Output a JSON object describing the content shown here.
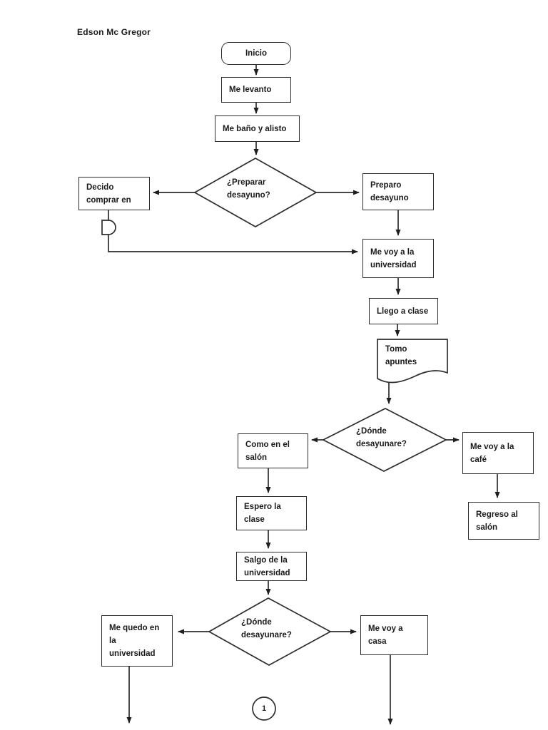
{
  "page": {
    "author": "Edson Mc Gregor",
    "page_number": "1",
    "background": "#ffffff"
  },
  "colors": {
    "stroke": "#2d2d2d",
    "text": "#1a1a1a"
  },
  "flowchart": {
    "nodes": {
      "inicio": {
        "type": "terminator",
        "lines": [
          "Inicio"
        ]
      },
      "me_levanto": {
        "type": "process",
        "lines": [
          "Me levanto"
        ]
      },
      "me_bano_alisto": {
        "type": "process",
        "lines": [
          "Me baño y alisto"
        ]
      },
      "preparar_desayuno": {
        "type": "decision",
        "lines": [
          "¿Preparar",
          "desayuno?"
        ]
      },
      "decido_comprar": {
        "type": "process",
        "lines": [
          "Decido",
          "comprar en"
        ]
      },
      "delay": {
        "type": "delay",
        "lines": []
      },
      "preparo_desayuno": {
        "type": "process",
        "lines": [
          "Preparo",
          "desayuno"
        ]
      },
      "voy_universidad": {
        "type": "process",
        "lines": [
          "Me voy a la",
          "universidad"
        ]
      },
      "llego_clase": {
        "type": "process",
        "lines": [
          "Llego a clase"
        ]
      },
      "tomo_apuntes": {
        "type": "document",
        "lines": [
          "Tomo",
          "apuntes"
        ]
      },
      "donde_desayunare_1": {
        "type": "decision",
        "lines": [
          "¿Dónde",
          "desayunare?"
        ]
      },
      "como_salon": {
        "type": "process",
        "lines": [
          "Como en el",
          "salón"
        ]
      },
      "voy_cafe": {
        "type": "process",
        "lines": [
          "Me voy a la",
          "café"
        ]
      },
      "regreso_salon": {
        "type": "process",
        "lines": [
          "Regreso al",
          "salón"
        ]
      },
      "espero_clase": {
        "type": "process",
        "lines": [
          "Espero la",
          "clase"
        ]
      },
      "salgo_universidad": {
        "type": "process",
        "lines": [
          "Salgo de la",
          "universidad"
        ]
      },
      "donde_desayunare_2": {
        "type": "decision",
        "lines": [
          "¿Dónde",
          "desayunare?"
        ]
      },
      "quedo_universidad": {
        "type": "process",
        "lines": [
          "Me quedo en",
          "la",
          "universidad"
        ]
      },
      "voy_casa": {
        "type": "process",
        "lines": [
          "Me voy a",
          "casa"
        ]
      }
    },
    "edges": [
      {
        "from": "inicio",
        "to": "me_levanto"
      },
      {
        "from": "me_levanto",
        "to": "me_bano_alisto"
      },
      {
        "from": "me_bano_alisto",
        "to": "preparar_desayuno"
      },
      {
        "from": "preparar_desayuno",
        "to": "decido_comprar"
      },
      {
        "from": "preparar_desayuno",
        "to": "preparo_desayuno"
      },
      {
        "from": "decido_comprar",
        "to": "voy_universidad",
        "via": "delay"
      },
      {
        "from": "preparo_desayuno",
        "to": "voy_universidad"
      },
      {
        "from": "voy_universidad",
        "to": "llego_clase"
      },
      {
        "from": "llego_clase",
        "to": "tomo_apuntes"
      },
      {
        "from": "tomo_apuntes",
        "to": "donde_desayunare_1"
      },
      {
        "from": "donde_desayunare_1",
        "to": "como_salon"
      },
      {
        "from": "donde_desayunare_1",
        "to": "voy_cafe"
      },
      {
        "from": "voy_cafe",
        "to": "regreso_salon"
      },
      {
        "from": "como_salon",
        "to": "espero_clase"
      },
      {
        "from": "espero_clase",
        "to": "salgo_universidad"
      },
      {
        "from": "salgo_universidad",
        "to": "donde_desayunare_2"
      },
      {
        "from": "donde_desayunare_2",
        "to": "quedo_universidad"
      },
      {
        "from": "donde_desayunare_2",
        "to": "voy_casa"
      },
      {
        "from": "quedo_universidad",
        "to": "continues-below"
      },
      {
        "from": "voy_casa",
        "to": "continues-below"
      }
    ]
  }
}
